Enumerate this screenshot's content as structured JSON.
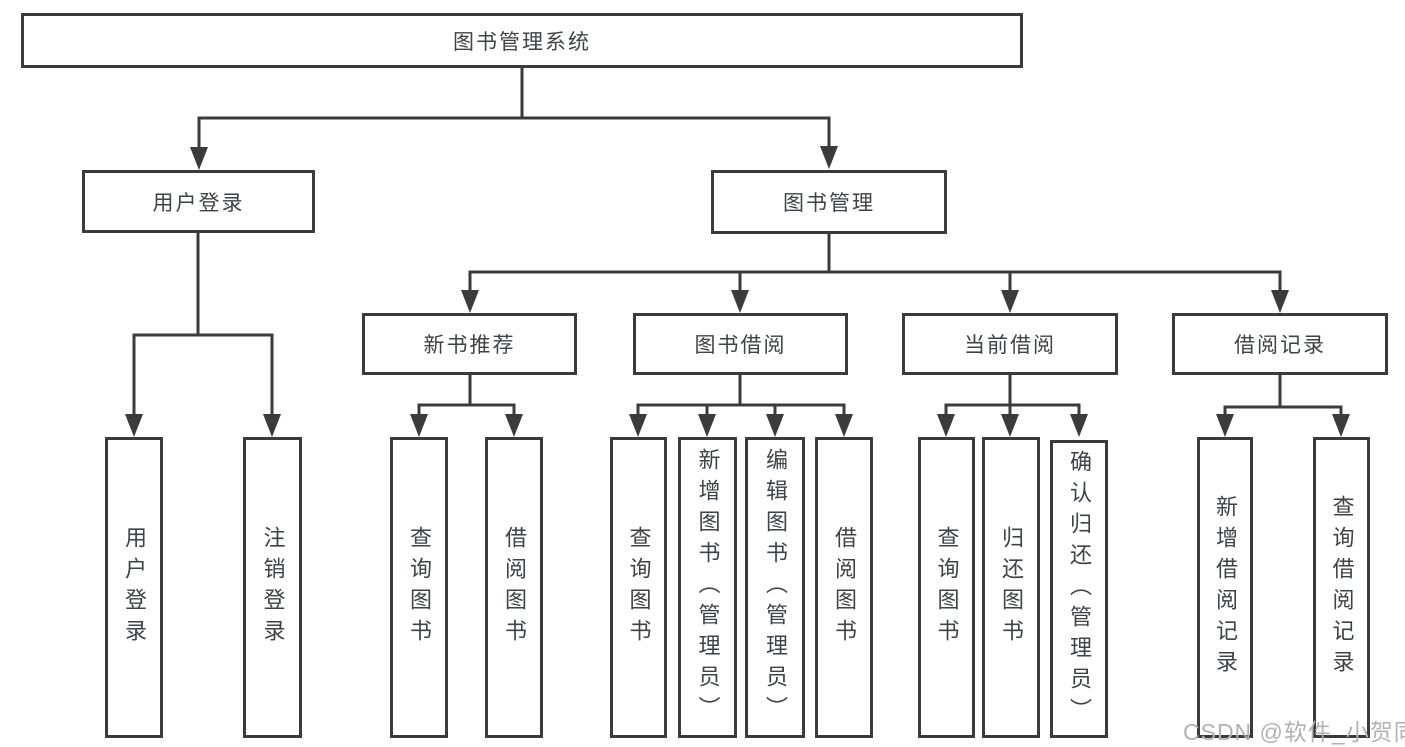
{
  "tree": {
    "root": {
      "label": "图书管理系统",
      "children": [
        {
          "label": "用户登录",
          "children": [
            {
              "label": "用户登录"
            },
            {
              "label": "注销登录"
            }
          ]
        },
        {
          "label": "图书管理",
          "children": [
            {
              "label": "新书推荐",
              "children": [
                {
                  "label": "查询图书"
                },
                {
                  "label": "借阅图书"
                }
              ]
            },
            {
              "label": "图书借阅",
              "children": [
                {
                  "label": "查询图书"
                },
                {
                  "label": "新增图书（管理员）"
                },
                {
                  "label": "编辑图书（管理员）"
                },
                {
                  "label": "借阅图书"
                }
              ]
            },
            {
              "label": "当前借阅",
              "children": [
                {
                  "label": "查询图书"
                },
                {
                  "label": "归还图书"
                },
                {
                  "label": "确认归还（管理员）"
                }
              ]
            },
            {
              "label": "借阅记录",
              "children": [
                {
                  "label": "新增借阅记录"
                },
                {
                  "label": "查询借阅记录"
                }
              ]
            }
          ]
        }
      ]
    }
  },
  "watermark": "CSDN @软件_小贺同学",
  "colors": {
    "line": "#3b3b3b",
    "text": "#3e4347",
    "box_fill": "#ffffff",
    "background": "#ffffff",
    "watermark": "#b3b2b2"
  }
}
